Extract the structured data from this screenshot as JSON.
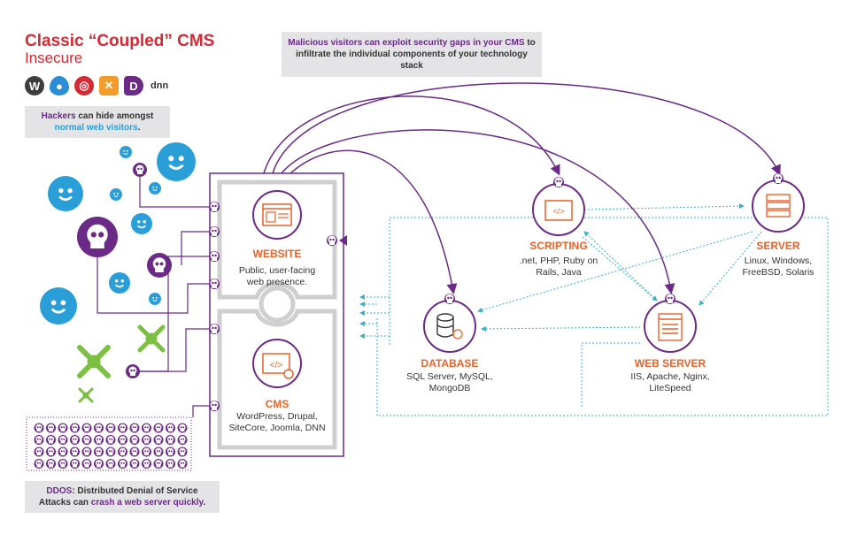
{
  "header": {
    "title": "Classic “Coupled” CMS",
    "subtitle": "Insecure",
    "logos": [
      "wordpress-logo",
      "drupal-logo",
      "joomla-logo",
      "dnn-logo"
    ],
    "dnn_text": "dnn"
  },
  "callouts": {
    "top_em": "Malicious visitors can exploit security gaps in your CMS",
    "top_rest": "to infiltrate the individual components of your technology stack",
    "hackers_em": "Hackers",
    "hackers_mid": "can hide amongst",
    "hackers_blue": "normal web visitors",
    "hackers_end": ".",
    "ddos_em": "DDOS",
    "ddos_rest": ": Distributed Denial of Service",
    "ddos_line2_a": "Attacks can",
    "ddos_line2_em": "crash a web server quickly",
    "ddos_line2_end": "."
  },
  "stack": {
    "website": {
      "title": "WEBSITE",
      "desc1": "Public, user-facing",
      "desc2": "web presence."
    },
    "cms": {
      "title": "CMS",
      "desc1": "WordPress, Drupal,",
      "desc2": "SiteCore, Joomla, DNN"
    }
  },
  "nodes": {
    "scripting": {
      "title": "SCRIPTING",
      "desc1": ".net, PHP, Ruby on",
      "desc2": "Rails, Java"
    },
    "server": {
      "title": "SERVER",
      "desc1": "Linux, Windows,",
      "desc2": "FreeBSD, Solaris"
    },
    "database": {
      "title": "DATABASE",
      "desc1": "SQL Server, MySQL,",
      "desc2": "MongoDB"
    },
    "webserver": {
      "title": "WEB SERVER",
      "desc1": "IIS, Apache, Nginx,",
      "desc2": "LiteSpeed"
    }
  },
  "colors": {
    "brand_red": "#d42a34",
    "purple": "#6a2a86",
    "blue": "#2a9ed6",
    "orange": "#e8622a",
    "teal": "#3ab0c8",
    "green": "#7cc043",
    "callout_bg": "#e4e4e6"
  }
}
